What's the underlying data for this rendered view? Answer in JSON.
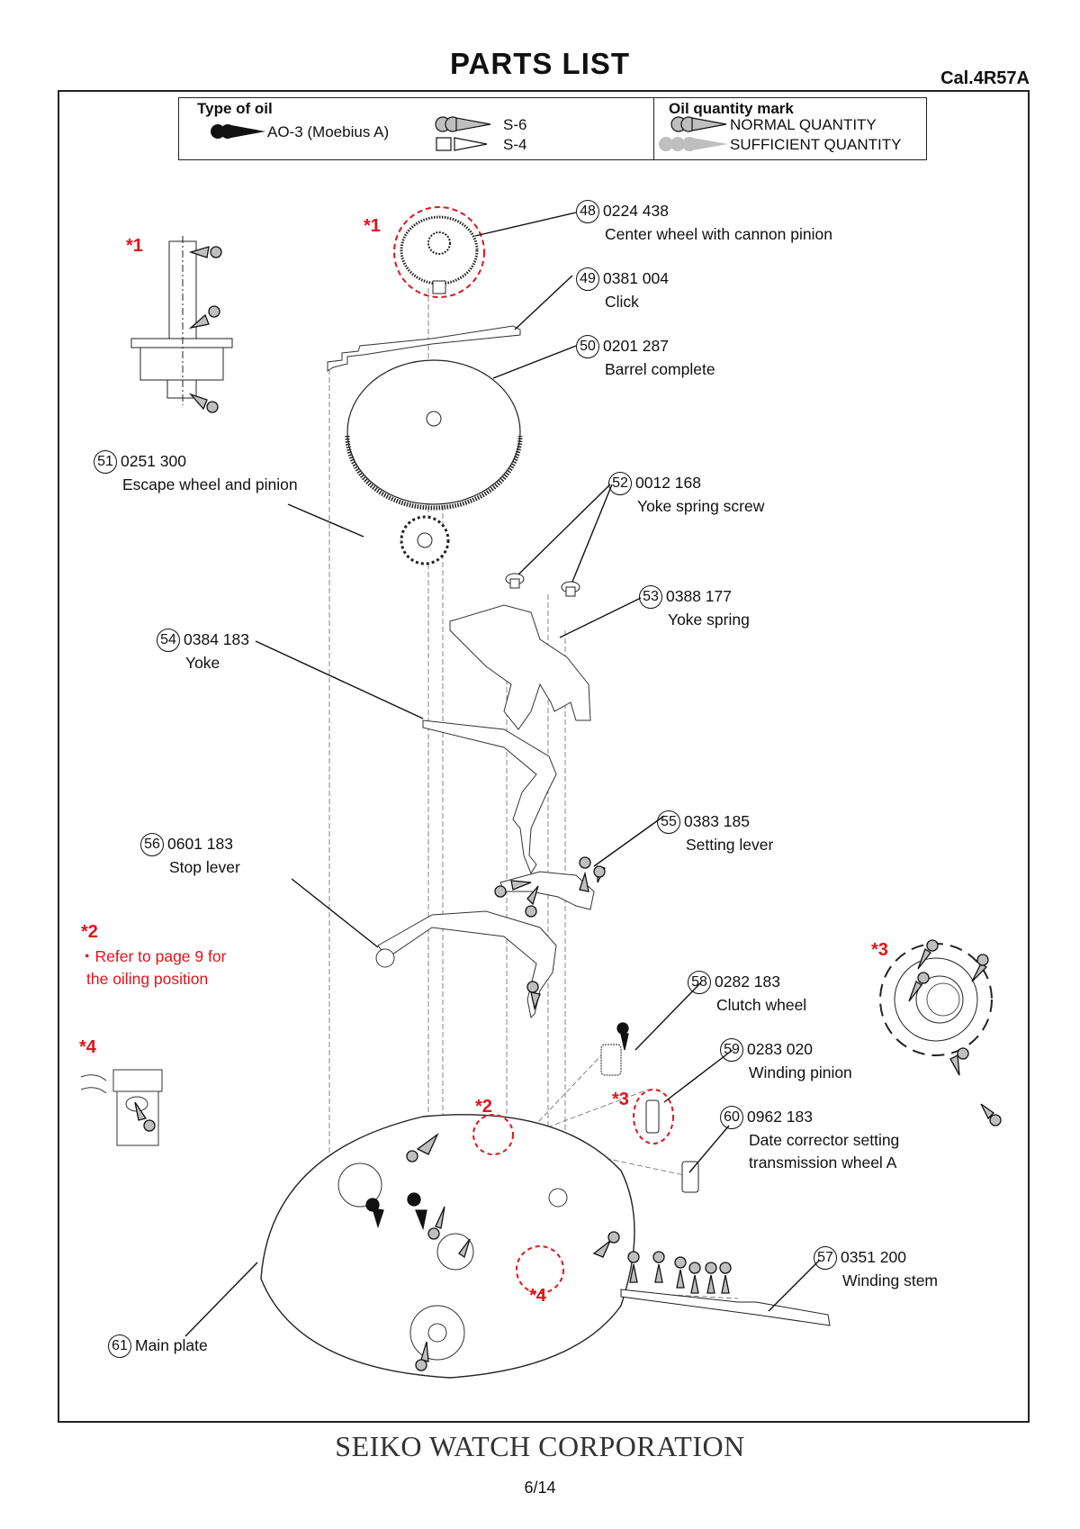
{
  "header": {
    "title": "PARTS  LIST",
    "caliber": "Cal.4R57A"
  },
  "legend": {
    "type_heading": "Type of oil",
    "oils": [
      {
        "label": "AO-3 (Moebius A)",
        "icon": "oil-mark-black"
      },
      {
        "label": "S-6",
        "icon": "oil-mark-gray"
      },
      {
        "label": "S-4",
        "icon": "oil-mark-white"
      }
    ],
    "quantity_heading": "Oil quantity mark",
    "quantities": [
      {
        "label": "NORMAL QUANTITY",
        "icon": "oil-mark-single"
      },
      {
        "label": "SUFFICIENT QUANTITY",
        "icon": "oil-mark-double"
      }
    ]
  },
  "parts": [
    {
      "no": "48",
      "code": "0224 438",
      "name": "Center wheel with cannon pinion"
    },
    {
      "no": "49",
      "code": "0381 004",
      "name": "Click"
    },
    {
      "no": "50",
      "code": "0201 287",
      "name": "Barrel complete"
    },
    {
      "no": "51",
      "code": "0251 300",
      "name": "Escape wheel and pinion"
    },
    {
      "no": "52",
      "code": "0012 168",
      "name": "Yoke spring screw"
    },
    {
      "no": "53",
      "code": "0388 177",
      "name": "Yoke spring"
    },
    {
      "no": "54",
      "code": "0384 183",
      "name": "Yoke"
    },
    {
      "no": "55",
      "code": "0383 185",
      "name": "Setting lever"
    },
    {
      "no": "56",
      "code": "0601 183",
      "name": "Stop lever"
    },
    {
      "no": "57",
      "code": "0351 200",
      "name": "Winding stem"
    },
    {
      "no": "58",
      "code": "0282 183",
      "name": "Clutch wheel"
    },
    {
      "no": "59",
      "code": "0283 020",
      "name": "Winding pinion"
    },
    {
      "no": "60",
      "code": "0962 183",
      "name": "Date corrector setting",
      "name2": "transmission wheel A"
    },
    {
      "no": "61",
      "code": "",
      "name": "Main plate"
    }
  ],
  "notes": {
    "star1": "*1",
    "star2": "*2",
    "star3": "*3",
    "star4": "*4",
    "note2_line1": "・Refer to page 9 for",
    "note2_line2": "the oiling position"
  },
  "colors": {
    "accent_red": "#e3121b",
    "oil_gray": "#bfbfbf",
    "ink": "#111111"
  },
  "footer": {
    "company": "SEIKO WATCH CORPORATION",
    "page": "6/14"
  }
}
